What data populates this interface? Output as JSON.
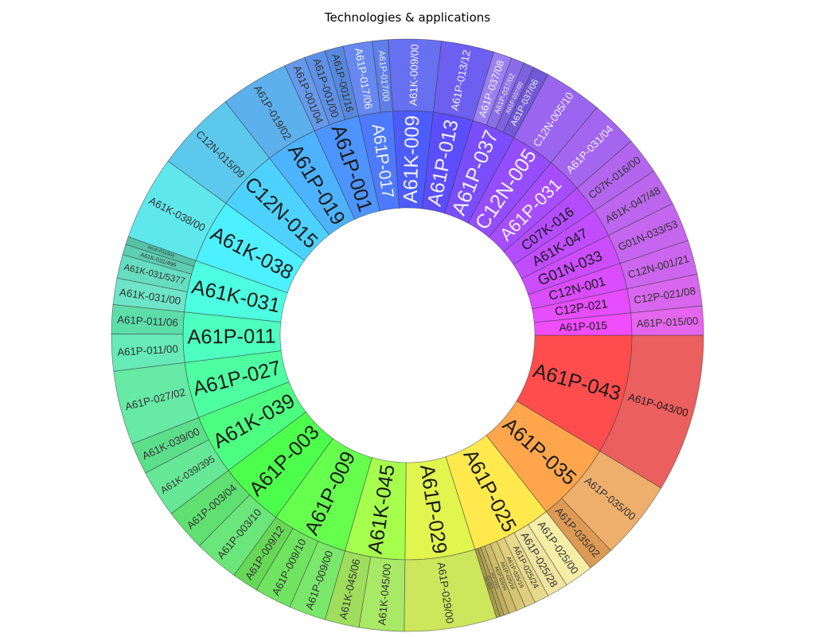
{
  "chart_data": {
    "type": "sunburst",
    "title": "Technologies & applications",
    "start_angle_deg": 0,
    "direction": "clockwise",
    "groups": [
      {
        "label": "A61P-043",
        "value": 6.0,
        "color": "#ff4d4d",
        "text_color": "#1a1a1a",
        "children": [
          {
            "label": "A61P-043/00",
            "value": 6.0,
            "color": "#eb5f5f",
            "text_color": "#1a1a1a"
          }
        ]
      },
      {
        "label": "A61P-035",
        "value": 4.0,
        "color": "#ffa64d",
        "text_color": "#1a1a1a",
        "children": [
          {
            "label": "A61P-035/00",
            "value": 3.0,
            "color": "#eeae6c",
            "text_color": "#333333"
          },
          {
            "label": "A61P-035/02",
            "value": 1.0,
            "color": "#dd9a55",
            "text_color": "#333333"
          }
        ]
      },
      {
        "label": "A61P-025",
        "value": 4.0,
        "color": "#ffe94d",
        "text_color": "#1a1a1a",
        "children": [
          {
            "label": "A61P-025/00",
            "value": 1.1,
            "color": "#f6eea6",
            "text_color": "#333333"
          },
          {
            "label": "A61P-025/28",
            "value": 0.8,
            "color": "#f0e5a0",
            "text_color": "#333333"
          },
          {
            "label": "A61P-025/24",
            "value": 0.55,
            "color": "#e8da8c",
            "text_color": "#333333"
          },
          {
            "label": "A61P-025/16",
            "value": 0.4,
            "color": "#dfcf7c",
            "text_color": "#333333"
          },
          {
            "label": "A61P-025/18",
            "value": 0.35,
            "color": "#d6c572",
            "text_color": "#333333"
          },
          {
            "label": "A61P-025/04",
            "value": 0.3,
            "color": "#ccbc69",
            "text_color": "#333333"
          },
          {
            "label": "A61P-025/22",
            "value": 0.2,
            "color": "#bfae5f",
            "text_color": "#333333"
          },
          {
            "label": "A61P-025/14",
            "value": 0.15,
            "color": "#b3a456",
            "text_color": "#333333"
          },
          {
            "label": "A61P-025/20",
            "value": 0.15,
            "color": "#a89a4e",
            "text_color": "#333333"
          }
        ]
      },
      {
        "label": "A61P-029",
        "value": 3.5,
        "color": "#e0f54d",
        "text_color": "#1a1a1a",
        "children": [
          {
            "label": "A61P-029/00",
            "value": 3.5,
            "color": "#cde65c",
            "text_color": "#333333"
          }
        ]
      },
      {
        "label": "A61K-045",
        "value": 3.0,
        "color": "#a6ff4d",
        "text_color": "#1a1a1a",
        "children": [
          {
            "label": "A61K-045/00",
            "value": 1.7,
            "color": "#a8ea66",
            "text_color": "#333333"
          },
          {
            "label": "A61K-045/06",
            "value": 1.3,
            "color": "#9ede5c",
            "text_color": "#333333"
          }
        ]
      },
      {
        "label": "A61P-009",
        "value": 3.8,
        "color": "#66ff4d",
        "text_color": "#1a1a1a",
        "children": [
          {
            "label": "A61P-009/00",
            "value": 1.4,
            "color": "#7ae86a",
            "text_color": "#333333"
          },
          {
            "label": "A61P-009/10",
            "value": 1.4,
            "color": "#70e460",
            "text_color": "#333333"
          },
          {
            "label": "A61P-009/12",
            "value": 1.0,
            "color": "#66d856",
            "text_color": "#333333"
          }
        ]
      },
      {
        "label": "A61P-003",
        "value": 3.3,
        "color": "#4dff4d",
        "text_color": "#1a1a1a",
        "children": [
          {
            "label": "A61P-003/10",
            "value": 1.7,
            "color": "#6ae67a",
            "text_color": "#333333"
          },
          {
            "label": "A61P-003/04",
            "value": 1.6,
            "color": "#5fe070",
            "text_color": "#333333"
          }
        ]
      },
      {
        "label": "A61K-039",
        "value": 3.0,
        "color": "#4dff80",
        "text_color": "#1a1a1a",
        "children": [
          {
            "label": "A61K-039/395",
            "value": 1.8,
            "color": "#66e896",
            "text_color": "#333333"
          },
          {
            "label": "A61K-039/00",
            "value": 1.2,
            "color": "#5cdf8a",
            "text_color": "#333333"
          }
        ]
      },
      {
        "label": "A61P-027",
        "value": 2.8,
        "color": "#4dffa0",
        "text_color": "#1a1a1a",
        "children": [
          {
            "label": "A61P-027/02",
            "value": 2.8,
            "color": "#66eaa5",
            "text_color": "#333333"
          }
        ]
      },
      {
        "label": "A61P-011",
        "value": 2.5,
        "color": "#4dffc0",
        "text_color": "#1a1a1a",
        "children": [
          {
            "label": "A61P-011/00",
            "value": 1.4,
            "color": "#66eab8",
            "text_color": "#333333"
          },
          {
            "label": "A61P-011/06",
            "value": 1.1,
            "color": "#5cddaa",
            "text_color": "#333333"
          }
        ]
      },
      {
        "label": "A61K-031",
        "value": 2.6,
        "color": "#4dffe0",
        "text_color": "#1a1a1a",
        "children": [
          {
            "label": "A61K-031/00",
            "value": 1.0,
            "color": "#6ee5c8",
            "text_color": "#333333"
          },
          {
            "label": "A61K-031/5377",
            "value": 0.9,
            "color": "#66dcc0",
            "text_color": "#333333"
          },
          {
            "label": "A61K-031/496",
            "value": 0.4,
            "color": "#5ecdb3",
            "text_color": "#333333"
          },
          {
            "label": "A61K-031/506",
            "value": 0.3,
            "color": "#55c2a8",
            "text_color": "#333333"
          }
        ]
      },
      {
        "label": "A61K-038",
        "value": 3.2,
        "color": "#4df0ff",
        "text_color": "#1a1a1a",
        "children": [
          {
            "label": "A61K-038/00",
            "value": 3.2,
            "color": "#5fe8ec",
            "text_color": "#333333"
          }
        ]
      },
      {
        "label": "C12N-015",
        "value": 3.1,
        "color": "#4dd2ff",
        "text_color": "#1a1a1a",
        "children": [
          {
            "label": "C12N-015/09",
            "value": 3.1,
            "color": "#5cc8ec",
            "text_color": "#333333"
          }
        ]
      },
      {
        "label": "A61P-019",
        "value": 2.6,
        "color": "#4db3ff",
        "text_color": "#1a1a1a",
        "children": [
          {
            "label": "A61P-019/02",
            "value": 2.6,
            "color": "#5cb0ec",
            "text_color": "#333333"
          }
        ]
      },
      {
        "label": "A61P-001",
        "value": 2.3,
        "color": "#4d94ff",
        "text_color": "#1a1a1a",
        "children": [
          {
            "label": "A61P-001/04",
            "value": 0.8,
            "color": "#6699ec",
            "text_color": "#333333"
          },
          {
            "label": "A61P-001/00",
            "value": 0.8,
            "color": "#5e90e6",
            "text_color": "#333333"
          },
          {
            "label": "A61P-001/16",
            "value": 0.7,
            "color": "#5688dd",
            "text_color": "#333333"
          }
        ]
      },
      {
        "label": "A61P-017",
        "value": 1.7,
        "color": "#4d7aff",
        "text_color": "#f2f2f2",
        "children": [
          {
            "label": "A61P-017/06",
            "value": 1.1,
            "color": "#6688f0",
            "text_color": "#f2f2f2"
          },
          {
            "label": "A61P-017/00",
            "value": 0.6,
            "color": "#5e7fe8",
            "text_color": "#f2f2f2"
          }
        ]
      },
      {
        "label": "A61K-009",
        "value": 2.0,
        "color": "#4d5cff",
        "text_color": "#f2f2f2",
        "children": [
          {
            "label": "A61K-009/00",
            "value": 2.0,
            "color": "#6670f0",
            "text_color": "#f2f2f2"
          }
        ]
      },
      {
        "label": "A61P-013",
        "value": 2.0,
        "color": "#5c4dff",
        "text_color": "#f2f2f2",
        "children": [
          {
            "label": "A61P-013/12",
            "value": 2.0,
            "color": "#6d60f0",
            "text_color": "#f2f2f2"
          }
        ]
      },
      {
        "label": "A61P-037",
        "value": 2.2,
        "color": "#7a4dff",
        "text_color": "#f2f2f2",
        "children": [
          {
            "label": "A61P-037/08",
            "value": 0.7,
            "color": "#9a80f2",
            "text_color": "#f2f2f2"
          },
          {
            "label": "A61P-037/02",
            "value": 0.5,
            "color": "#8a6ee8",
            "text_color": "#f2f2f2"
          },
          {
            "label": "A61P-037/00",
            "value": 0.4,
            "color": "#7d62e0",
            "text_color": "#f2f2f2"
          },
          {
            "label": "A61P-037/06",
            "value": 0.6,
            "color": "#7058d6",
            "text_color": "#f2f2f2"
          }
        ]
      },
      {
        "label": "C12N-005",
        "value": 2.2,
        "color": "#944dff",
        "text_color": "#f2f2f2",
        "children": [
          {
            "label": "C12N-005/10",
            "value": 2.2,
            "color": "#9a66f0",
            "text_color": "#f2f2f2"
          }
        ]
      },
      {
        "label": "A61P-031",
        "value": 1.8,
        "color": "#a64dff",
        "text_color": "#f2f2f2",
        "children": [
          {
            "label": "A61P-031/04",
            "value": 1.8,
            "color": "#a466ee",
            "text_color": "#f2f2f2"
          }
        ]
      },
      {
        "label": "C07K-016",
        "value": 1.4,
        "color": "#b34dff",
        "text_color": "#1a1a1a",
        "children": [
          {
            "label": "C07K-016/00",
            "value": 1.4,
            "color": "#b266ee",
            "text_color": "#333333"
          }
        ]
      },
      {
        "label": "A61K-047",
        "value": 1.4,
        "color": "#c04dff",
        "text_color": "#1a1a1a",
        "children": [
          {
            "label": "A61K-047/48",
            "value": 1.4,
            "color": "#bc66ee",
            "text_color": "#333333"
          }
        ]
      },
      {
        "label": "G01N-033",
        "value": 1.5,
        "color": "#cc4dff",
        "text_color": "#1a1a1a",
        "children": [
          {
            "label": "G01N-033/53",
            "value": 1.5,
            "color": "#c466ee",
            "text_color": "#333333"
          }
        ]
      },
      {
        "label": "C12N-001",
        "value": 1.3,
        "color": "#d94dff",
        "text_color": "#1a1a1a",
        "children": [
          {
            "label": "C12N-001/21",
            "value": 1.3,
            "color": "#cc66ee",
            "text_color": "#333333"
          }
        ]
      },
      {
        "label": "C12P-021",
        "value": 1.2,
        "color": "#e64dff",
        "text_color": "#1a1a1a",
        "children": [
          {
            "label": "C12P-021/08",
            "value": 1.2,
            "color": "#d866ee",
            "text_color": "#333333"
          }
        ]
      },
      {
        "label": "A61P-015",
        "value": 1.1,
        "color": "#f04dff",
        "text_color": "#1a1a1a",
        "children": [
          {
            "label": "A61P-015/00",
            "value": 1.1,
            "color": "#e466ee",
            "text_color": "#333333"
          }
        ]
      }
    ]
  }
}
